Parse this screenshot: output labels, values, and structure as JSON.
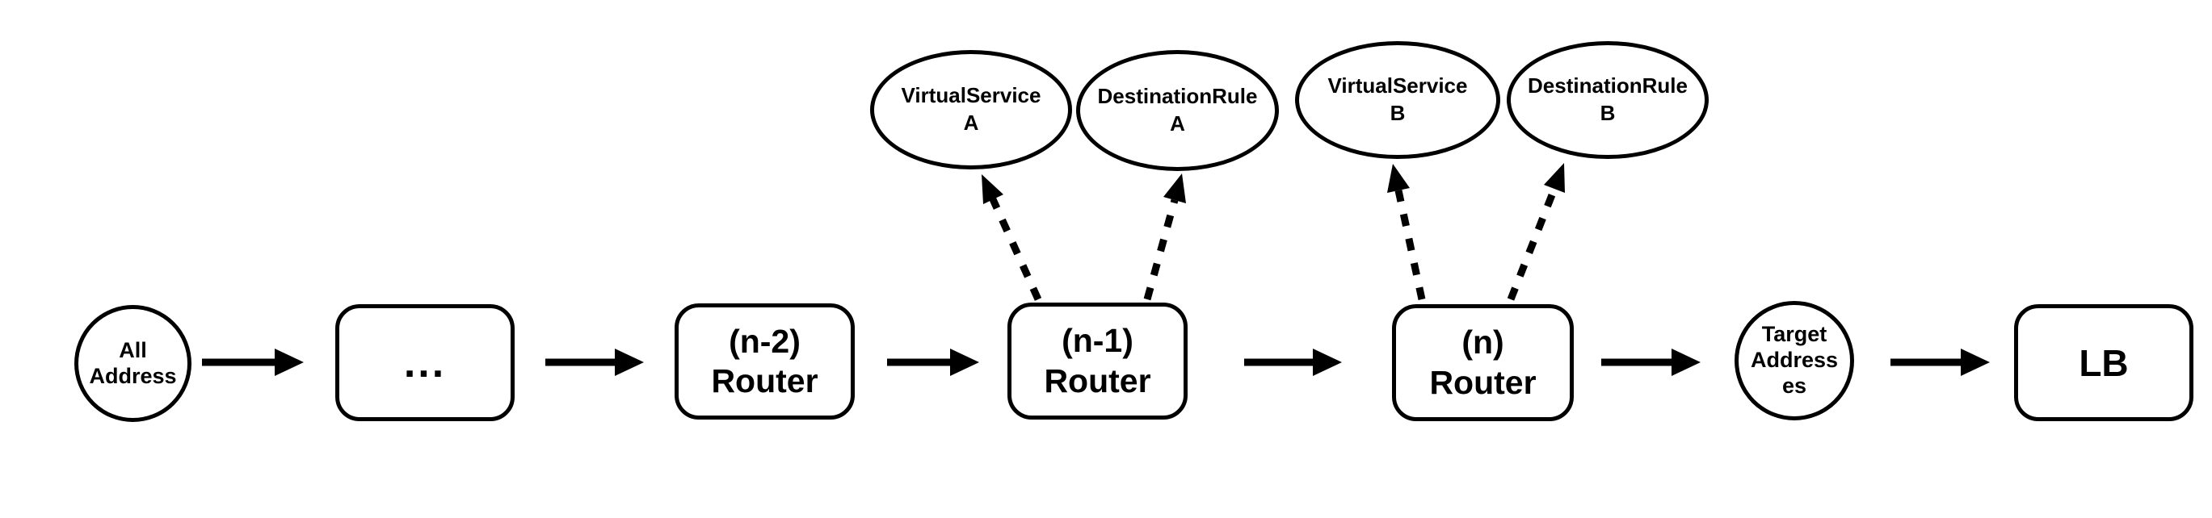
{
  "diagram": {
    "title": "address routing chain with istio rules",
    "colors": {
      "stroke": "#000000",
      "background": "#ffffff",
      "text": "#000000"
    },
    "nodes": {
      "all_address": "All\nAddress",
      "ellipsis": "...",
      "router_n2": "(n-2)\nRouter",
      "router_n1": "(n-1)\nRouter",
      "router_n": "(n)\nRouter",
      "virtualservice_a": "VirtualService\nA",
      "destinationrule_a": "DestinationRule\nA",
      "virtualservice_b": "VirtualService\nB",
      "destinationrule_b": "DestinationRule\nB",
      "target_addresses": "Target\nAddress\nes",
      "lb": "LB"
    },
    "edges": [
      {
        "from": "all_address",
        "to": "ellipsis",
        "style": "solid"
      },
      {
        "from": "ellipsis",
        "to": "router_n2",
        "style": "solid"
      },
      {
        "from": "router_n2",
        "to": "router_n1",
        "style": "solid"
      },
      {
        "from": "router_n1",
        "to": "router_n",
        "style": "solid"
      },
      {
        "from": "router_n",
        "to": "target_addresses",
        "style": "solid"
      },
      {
        "from": "target_addresses",
        "to": "lb",
        "style": "solid"
      },
      {
        "from": "router_n1",
        "to": "virtualservice_a",
        "style": "dashed"
      },
      {
        "from": "router_n1",
        "to": "destinationrule_a",
        "style": "dashed"
      },
      {
        "from": "router_n",
        "to": "virtualservice_b",
        "style": "dashed"
      },
      {
        "from": "router_n",
        "to": "destinationrule_b",
        "style": "dashed"
      }
    ]
  }
}
